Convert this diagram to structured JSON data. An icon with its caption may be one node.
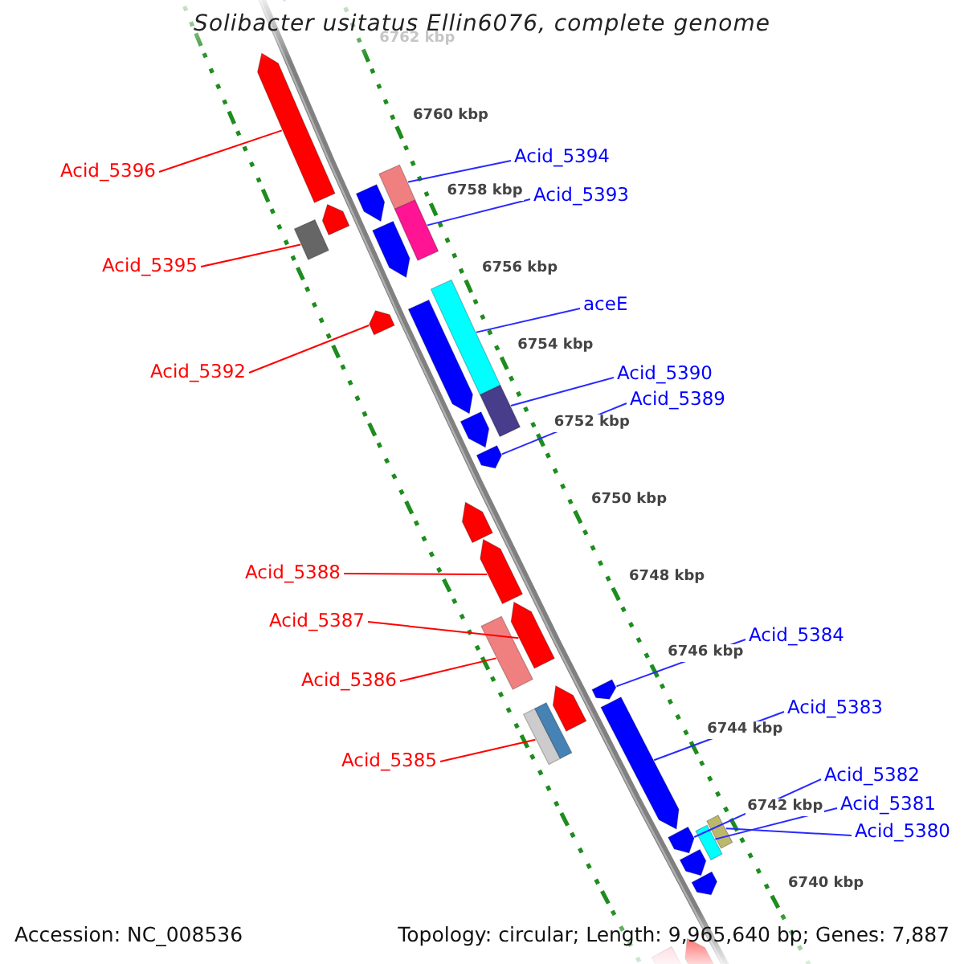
{
  "diagram": {
    "title": "Solibacter usitatus Ellin6076, complete genome",
    "nodes": [
      {
        "text": [
          "Acid_5394"
        ]
      },
      {
        "text": [
          "Acid_5396"
        ]
      },
      {
        "text": [
          "Acid_5393"
        ]
      },
      {
        "text": [
          "Acid_5395"
        ]
      },
      {
        "text": [
          "aceE"
        ]
      },
      {
        "text": [
          "Acid_5392"
        ]
      },
      {
        "text": [
          "Acid_5390"
        ]
      },
      {
        "text": [
          "Acid_5389"
        ]
      },
      {
        "text": [
          "Acid_5388"
        ]
      },
      {
        "text": [
          "Acid_5387"
        ]
      },
      {
        "text": [
          "Acid_5384"
        ]
      },
      {
        "text": [
          "Acid_5386"
        ]
      },
      {
        "text": [
          "Acid_5383"
        ]
      },
      {
        "text": [
          "Acid_5385"
        ]
      },
      {
        "text": [
          "Acid_5382"
        ]
      },
      {
        "text": [
          "Acid_5381"
        ]
      },
      {
        "text": [
          "Acid_5380"
        ]
      },
      {
        "text": [],
        "shape": "bar"
      },
      {
        "text": [],
        "shape": "bar"
      },
      {
        "text": [],
        "shape": "bar"
      },
      {
        "text": [],
        "shape": "bar"
      },
      {
        "text": [],
        "shape": "bar"
      },
      {
        "text": [],
        "shape": "bar"
      },
      {
        "text": [],
        "shape": "bar"
      },
      {
        "text": [],
        "shape": "bar"
      },
      {
        "text": [],
        "shape": "bar"
      },
      {
        "text": [],
        "shape": "bar"
      },
      {
        "text": [],
        "shape": "bar"
      },
      {
        "text": [],
        "shape": "bar"
      },
      {
        "text": [],
        "shape": "bar"
      },
      {
        "text": [],
        "shape": "bar"
      },
      {
        "text": [],
        "shape": "bar"
      },
      {
        "text": [],
        "shape": "bar"
      },
      {
        "text": [],
        "shape": "bar"
      },
      {
        "text": [],
        "shape": "bar"
      },
      {
        "text": [],
        "shape": "bar"
      },
      {
        "text": [],
        "shape": "bar"
      },
      {
        "text": [],
        "shape": "bar"
      },
      {
        "text": [],
        "shape": "bar"
      },
      {
        "text": [],
        "shape": "bar"
      },
      {
        "text": [],
        "shape": "bar"
      },
      {
        "text": [],
        "shape": "bar"
      },
      {
        "text": [],
        "shape": "bar"
      },
      {
        "text": [],
        "shape": "bar"
      },
      {
        "text": [],
        "shape": "bar"
      },
      {
        "text": [],
        "shape": "bar"
      }
    ],
    "edges": [
      {
        "from": 0,
        "to": 19,
        "arrow": "none"
      },
      {
        "from": 1,
        "to": 18,
        "arrow": "none",
        "color": "#ff0000"
      },
      {
        "from": 2,
        "to": 23,
        "arrow": "none"
      },
      {
        "from": 3,
        "to": 22,
        "arrow": "none",
        "color": "#ff0000"
      },
      {
        "from": 4,
        "to": 26,
        "arrow": "none"
      },
      {
        "from": 5,
        "to": 25,
        "arrow": "none",
        "color": "#ff0000"
      },
      {
        "from": 6,
        "to": 28,
        "arrow": "none"
      },
      {
        "from": 7,
        "to": 30,
        "arrow": "none"
      },
      {
        "from": 8,
        "to": 32,
        "arrow": "none",
        "color": "#ff0000"
      },
      {
        "from": 9,
        "to": 33,
        "arrow": "none",
        "color": "#ff0000"
      },
      {
        "from": 10,
        "to": 37,
        "arrow": "none"
      },
      {
        "from": 11,
        "to": 34,
        "arrow": "none",
        "color": "#ff0000"
      },
      {
        "from": 12,
        "to": 38,
        "arrow": "none"
      },
      {
        "from": 13,
        "to": 36,
        "arrow": "none",
        "color": "#ff0000"
      },
      {
        "from": 14,
        "to": 39,
        "arrow": "none"
      },
      {
        "from": 15,
        "to": 41,
        "arrow": "none"
      },
      {
        "from": 16,
        "to": 40,
        "arrow": "none"
      }
    ],
    "labels": [
      "6762 kbp",
      "6760 kbp",
      "6758 kbp",
      "6756 kbp",
      "6754 kbp",
      "6752 kbp",
      "6750 kbp",
      "6748 kbp",
      "6746 kbp",
      "6744 kbp",
      "6742 kbp",
      "6740 kbp",
      "Accession: NC_008536",
      "Topology: circular; Length: 9,965,640 bp; Genes: 7,887"
    ]
  }
}
